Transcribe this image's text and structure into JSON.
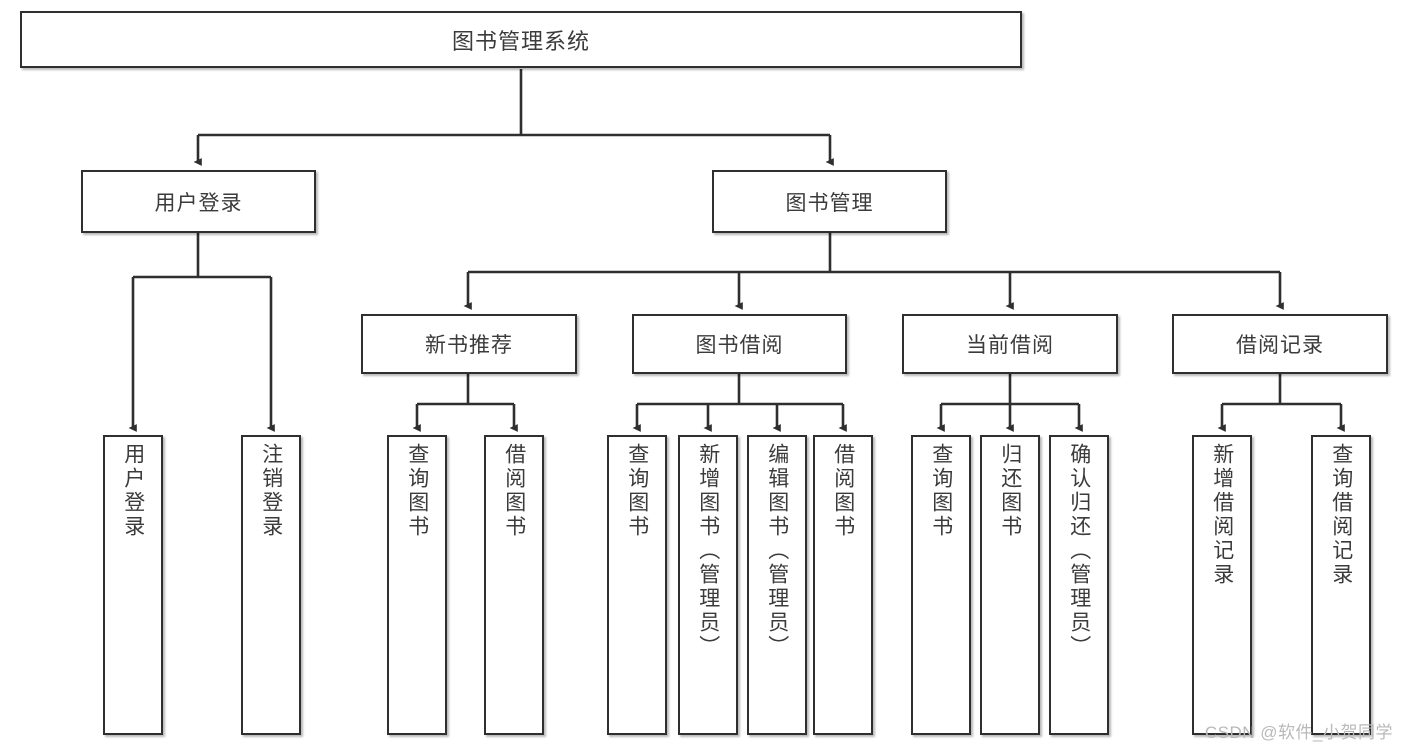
{
  "diagram": {
    "type": "tree",
    "title": "图书管理系统",
    "root": {
      "label": "图书管理系统"
    },
    "level2": [
      {
        "label": "用户登录"
      },
      {
        "label": "图书管理"
      }
    ],
    "level3": [
      {
        "label": "新书推荐"
      },
      {
        "label": "图书借阅"
      },
      {
        "label": "当前借阅"
      },
      {
        "label": "借阅记录"
      }
    ],
    "leaves": {
      "user_login": [
        {
          "label": "用户登录"
        },
        {
          "label": "注销登录"
        }
      ],
      "new_book_recommend": [
        {
          "label": "查询图书"
        },
        {
          "label": "借阅图书"
        }
      ],
      "book_borrow": [
        {
          "label": "查询图书"
        },
        {
          "label": "新增图书（管理员）"
        },
        {
          "label": "编辑图书（管理员）"
        },
        {
          "label": "借阅图书"
        }
      ],
      "current_borrow": [
        {
          "label": "查询图书"
        },
        {
          "label": "归还图书"
        },
        {
          "label": "确认归还（管理员）"
        }
      ],
      "borrow_record": [
        {
          "label": "新增借阅记录"
        },
        {
          "label": "查询借阅记录"
        }
      ]
    }
  },
  "watermark": {
    "text": "CSDN @软件_小贺同学"
  },
  "colors": {
    "box_border": "#2f2f2f",
    "text": "#3b3b3b",
    "background": "#ffffff",
    "watermark": "#b9b9b9"
  }
}
